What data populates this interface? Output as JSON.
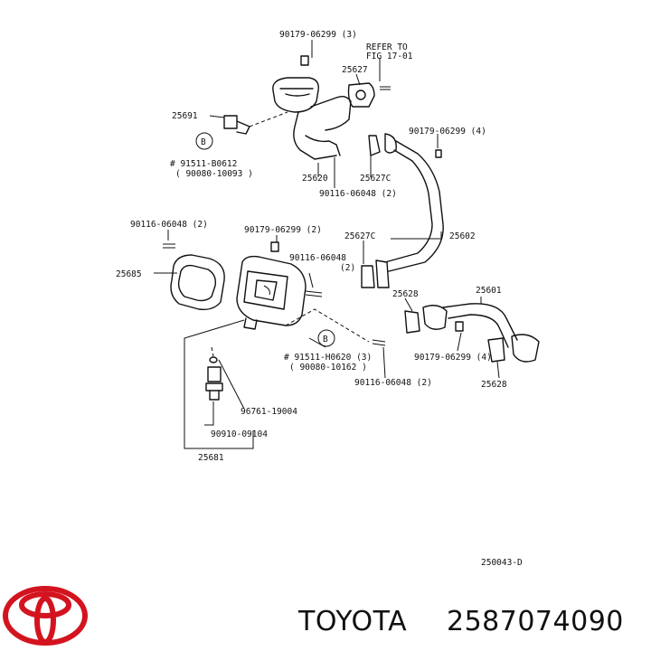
{
  "labels": {
    "l_90179_top": "90179-06299 (3)",
    "l_refer1": "REFER TO",
    "l_refer2": "FIG 17-01",
    "l_25627": "25627",
    "l_25691": "25691",
    "l_b_top": "B",
    "l_91511_b": "# 91511-B0612",
    "l_90080_10093": "( 90080-10093 )",
    "l_90179_4a": "90179-06299 (4)",
    "l_25627c_a": "25627C",
    "l_25620": "25620",
    "l_90116_2a": "90116-06048 (2)",
    "l_90116_2b": "90116-06048 (2)",
    "l_90179_2": "90179-06299 (2)",
    "l_25627c_b": "25627C",
    "l_25602": "25602",
    "l_25685": "25685",
    "l_90116_c1": "90116-06048",
    "l_90116_c2": "(2)",
    "l_25628_a": "25628",
    "l_25601": "25601",
    "l_b_mid": "B",
    "l_91511_h": "# 91511-H0620 (3)",
    "l_90080_10162": "( 90080-10162 )",
    "l_90179_4b": "90179-06299 (4)",
    "l_25628_b": "25628",
    "l_90116_2d": "90116-06048 (2)",
    "l_96761": "96761-19004",
    "l_90910": "90910-09104",
    "l_25681": "25681",
    "l_ref": "250043-D"
  },
  "footer": {
    "brand": "TOYOTA",
    "part_number": "2587074090"
  },
  "colors": {
    "logo": "#d3141f",
    "ink": "#111111"
  },
  "icons": {
    "logo": "toyota-logo-icon"
  }
}
